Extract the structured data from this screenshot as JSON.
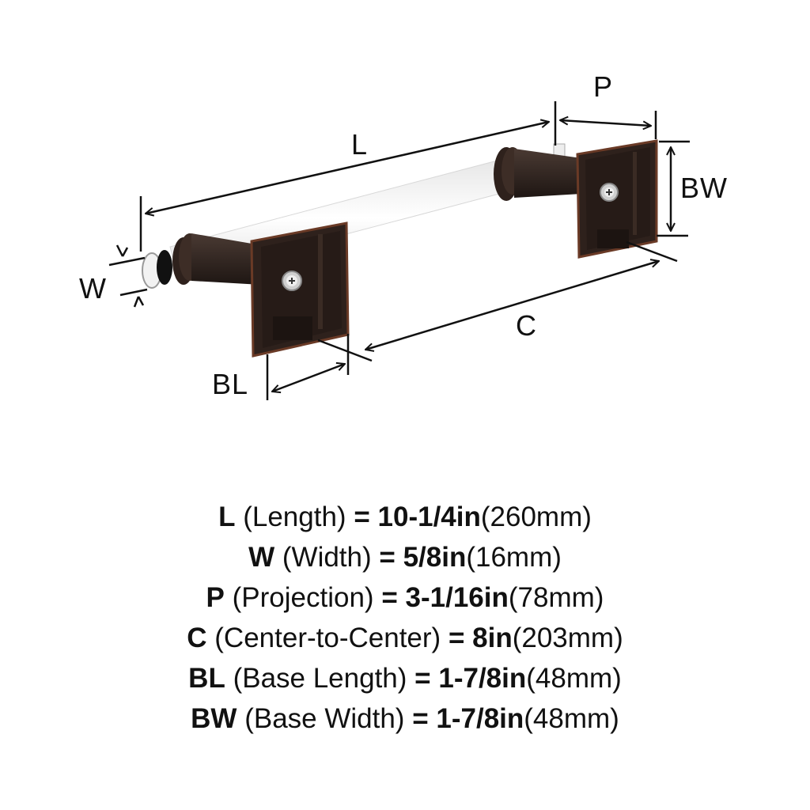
{
  "diagram": {
    "title": "Cabinet pull dimension diagram",
    "labels": {
      "L": "L",
      "P": "P",
      "BW": "BW",
      "W": "W",
      "C": "C",
      "BL": "BL"
    },
    "colors": {
      "finish": "#2e211c",
      "finish_edge": "#6a3a26",
      "bar": "#f4f4f4",
      "dimension_line": "#111111",
      "background": "#ffffff"
    }
  },
  "specs": [
    {
      "code": "L",
      "name": "(Length)",
      "eq": "=",
      "inches": "10-1/4in",
      "mm": "(260mm)"
    },
    {
      "code": "W",
      "name": "(Width)",
      "eq": "=",
      "inches": "5/8in",
      "mm": "(16mm)"
    },
    {
      "code": "P",
      "name": "(Projection)",
      "eq": "=",
      "inches": "3-1/16in",
      "mm": "(78mm)"
    },
    {
      "code": "C",
      "name": "(Center-to-Center)",
      "eq": "=",
      "inches": "8in",
      "mm": "(203mm)"
    },
    {
      "code": "BL",
      "name": "(Base Length)",
      "eq": "=",
      "inches": "1-7/8in",
      "mm": "(48mm)"
    },
    {
      "code": "BW",
      "name": "(Base Width)",
      "eq": "=",
      "inches": "1-7/8in",
      "mm": "(48mm)"
    }
  ]
}
